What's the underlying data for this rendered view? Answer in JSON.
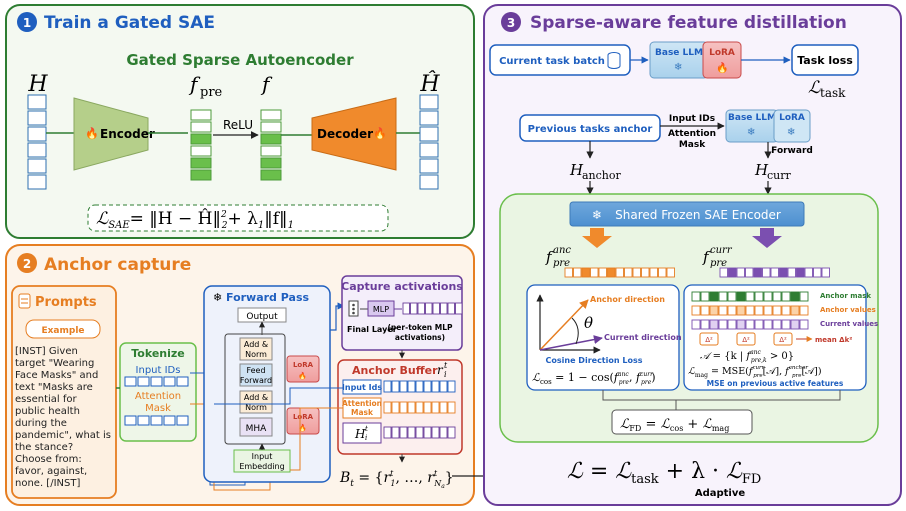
{
  "panel1": {
    "badge": "1",
    "title": "Train a Gated SAE",
    "subtitle": "Gated Sparse Autoencoder",
    "H": "H",
    "H_hat": "Ĥ",
    "f_pre": "f",
    "f_pre_sub": "pre",
    "f": "f",
    "encoder": "Encoder",
    "decoder": "Decoder",
    "relu": "ReLU",
    "loss": "ℒSAE = ‖H − Ĥ‖²₂ + λ₁‖f‖₁",
    "loss_parts": {
      "L": "ℒ",
      "sub": "SAE",
      "rhs": "= ‖H − Ĥ‖",
      "sup2": "2",
      "sub2": "2",
      "rest": "+ λ",
      "l1": "1",
      "tail": "‖f‖",
      "tail_sub": "1"
    }
  },
  "panel2": {
    "badge": "2",
    "title": "Anchor capture",
    "prompts_title": "Prompts",
    "example_label": "Example",
    "prompt_lines": [
      "[INST] Given",
      "target \"Wearing",
      "Face Masks\" and",
      "text \"Masks are",
      "essential for",
      "public health",
      "during the",
      "pandemic\", what is",
      "the stance?",
      "Choose from:",
      "favor, against,",
      "none. [/INST]"
    ],
    "tokenize": "Tokenize",
    "input_ids": "Input IDs",
    "attention_mask": [
      "Attention",
      "Mask"
    ],
    "forward_pass": "Forward Pass",
    "output": "Output",
    "add_norm": [
      "Add &",
      "Norm"
    ],
    "feed_forward": [
      "Feed",
      "Forward"
    ],
    "mha": "MHA",
    "lora": "LoRA",
    "input_embedding": [
      "Input",
      "Embedding"
    ],
    "capture_activations": "Capture activations",
    "mlp": "MLP",
    "final_layer": "Final Layer",
    "per_token": [
      "(per-token MLP",
      "activations)"
    ],
    "anchor_buffer": "Anchor Buffer",
    "buf_input_ids": "Input Ids",
    "buf_attention": [
      "Attention",
      "Mask"
    ],
    "H_i": "H",
    "B_t": "Bt = {r1t, …, rNat}"
  },
  "panel3": {
    "badge": "3",
    "title": "Sparse-aware feature distillation",
    "current_batch": "Current task batch",
    "base_llm": "Base LLM",
    "lora": "LoRA",
    "task_loss": "Task loss",
    "L_task": "ℒ",
    "L_task_sub": "task",
    "prev_anchor": "Previous tasks anchor",
    "input_ids_mask": [
      "Input IDs",
      "Attention",
      "Mask"
    ],
    "forward": "Forward",
    "H_anchor": "H",
    "H_anchor_sub": "anchor",
    "H_curr": "H",
    "H_curr_sub": "curr",
    "shared_encoder": "Shared Frozen SAE Encoder",
    "f_anc": "f",
    "f_anc_sup": "anc",
    "f_anc_sub": "pre",
    "f_curr": "f",
    "f_curr_sup": "curr",
    "f_curr_sub": "pre",
    "anchor_direction": "Anchor direction",
    "current_direction": "Current direction",
    "theta": "θ",
    "cosine_loss_label": "Cosine Direction Loss",
    "cos_loss": "ℒcos = 1 − cos(fpre anc, fpre curr)",
    "legend_anchor_mask": "Anchor mask",
    "legend_anchor_values": "Anchor values",
    "legend_current_values": "Current values",
    "mean_delta": "mean Δk²",
    "delta": "Δ²",
    "A_def": "𝒜 = {k | fpre,k anc > 0}",
    "mag_loss": "ℒmag = MSE(fpre curr[𝒜], fpre anchor[𝒜])",
    "mse_label": "MSE on previous active features",
    "fd_loss": "ℒFD = ℒcos + ℒmag",
    "total_loss": "ℒ = ℒtask + λ · ℒFD",
    "adaptive": "Adaptive"
  },
  "colors": {
    "green_panel": "#2e7d32",
    "orange_panel": "#e67e22",
    "purple_panel": "#6a3d9a",
    "blue_box": "#1f5fbf",
    "encoder_fill": "#b5cf8a",
    "decoder_fill": "#f08a2c",
    "feature_green": "#6abf4b",
    "anchor_orange": "#f08a2c",
    "curr_purple": "#7b4fb0"
  },
  "icons": [
    "fire-icon",
    "snowflake-icon",
    "database-icon",
    "document-icon"
  ]
}
